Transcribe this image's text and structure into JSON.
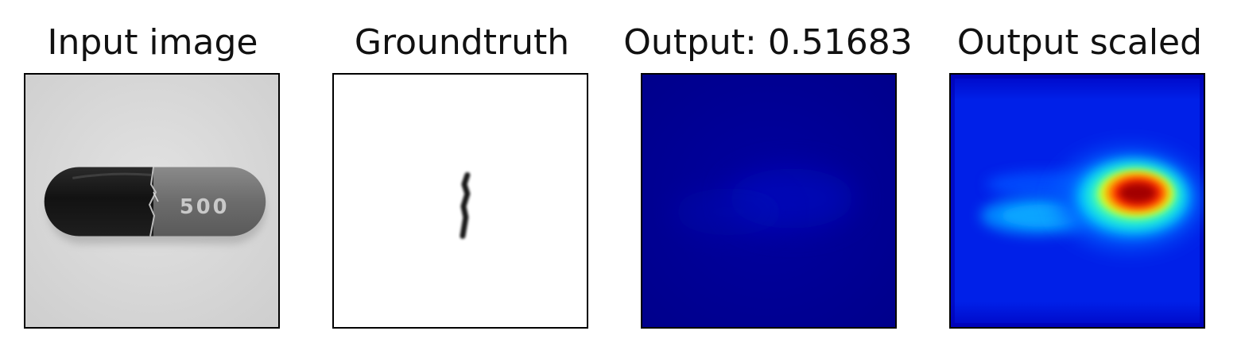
{
  "panels": [
    {
      "title": "Input image",
      "content": "capsule-photo"
    },
    {
      "title": "Groundtruth",
      "content": "defect-mask"
    },
    {
      "title": "Output: 0.51683",
      "content": "heatmap-raw"
    },
    {
      "title": "Output scaled",
      "content": "heatmap-scaled"
    }
  ],
  "capsule": {
    "imprint": "500"
  },
  "colors": {
    "background": "#ffffff",
    "heatmap_low": "#00008f",
    "heatmap_high": "#a30000"
  }
}
